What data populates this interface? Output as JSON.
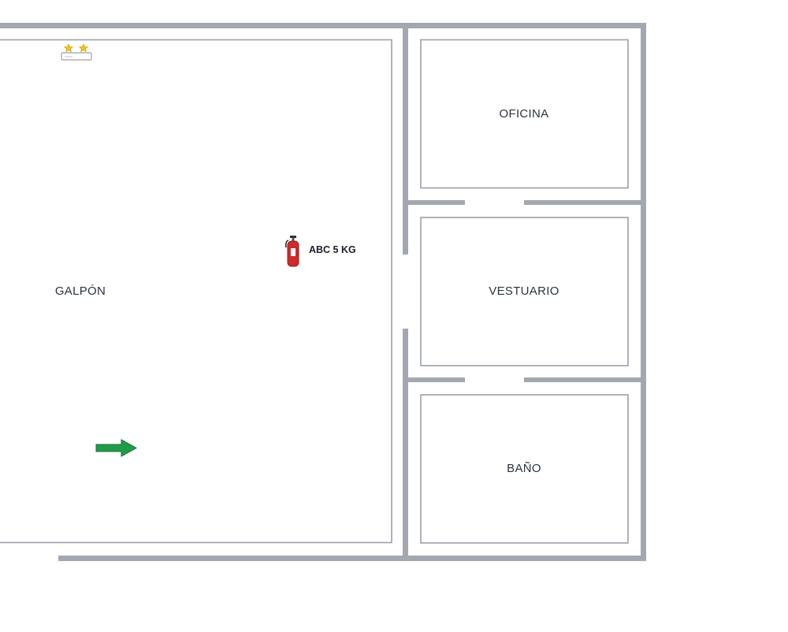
{
  "rooms": {
    "galpon": "GALPÓN",
    "oficina": "OFICINA",
    "vestuario": "VESTUARIO",
    "bano": "BAÑO"
  },
  "extinguisher": {
    "label": "ABC 5 KG",
    "icon": "fire-extinguisher-icon"
  },
  "icons": {
    "exit_arrow": "exit-arrow-icon",
    "emergency_light": "emergency-light-icon"
  },
  "colors": {
    "wall": "#a3a8b0",
    "inner_outline": "#9aa0a8",
    "extinguisher_red": "#d02a2a",
    "exit_green": "#1f9c4a",
    "light_yellow": "#f5c518"
  }
}
